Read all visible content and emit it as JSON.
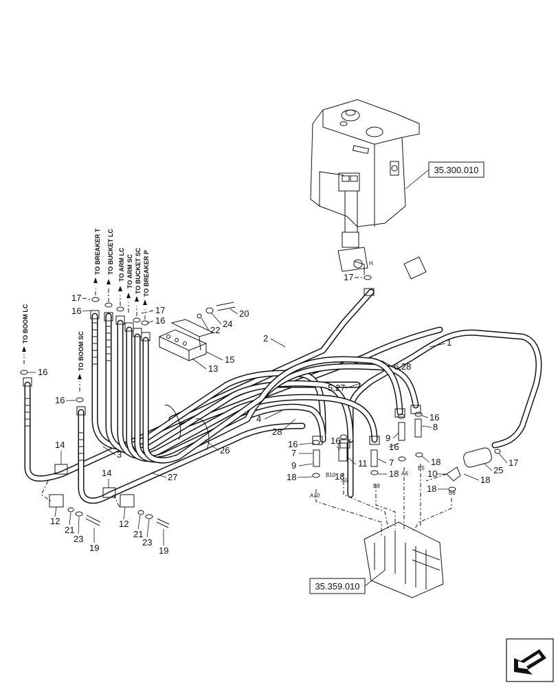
{
  "figure": {
    "references": {
      "tank": "35.300.010",
      "valve": "35.359.010"
    },
    "destinations": {
      "breaker_t": "TO BREAKER T",
      "bucket_lc": "TO BUCKET LC",
      "arm_lc": "TO ARM LC",
      "arm_sc": "TO ARM SC",
      "bucket_sc": "TO BUCKET SC",
      "breaker_p": "TO BREAKER P",
      "boom_lc": "TO BOOM LC",
      "boom_sc": "TO BOOM SC"
    },
    "ports": {
      "h": "H",
      "b10": "B10",
      "a9": "A9",
      "a10": "A10",
      "b9": "B9",
      "a6": "A6",
      "b5": "B5",
      "b6": "B6"
    },
    "callouts": {
      "c1": "1",
      "c2": "2",
      "c3": "3",
      "c4": "4",
      "c5_27": "5,27",
      "c6_28": "6,28",
      "c7a": "7",
      "c7b": "7",
      "c8": "8",
      "c9a": "9",
      "c9b": "9",
      "c10": "10",
      "c11": "11",
      "c12a": "12",
      "c12b": "12",
      "c13": "13",
      "c14a": "14",
      "c14b": "14",
      "c15": "15",
      "c16a": "16",
      "c16b": "16",
      "c16c": "16",
      "c16d": "16",
      "c16e": "16",
      "c16f": "16",
      "c16g": "16",
      "c16h": "16",
      "c17a": "17",
      "c17b": "17",
      "c17c": "17",
      "c17d": "17",
      "c18a": "18",
      "c18b": "18",
      "c18c": "18",
      "c18d": "18",
      "c18e": "18",
      "c18f": "18",
      "c19a": "19",
      "c19b": "19",
      "c20": "20",
      "c21a": "21",
      "c21b": "21",
      "c22": "22",
      "c23a": "23",
      "c23b": "23",
      "c24": "24",
      "c25": "25",
      "c26": "26",
      "c27": "27",
      "c28": "28"
    }
  }
}
